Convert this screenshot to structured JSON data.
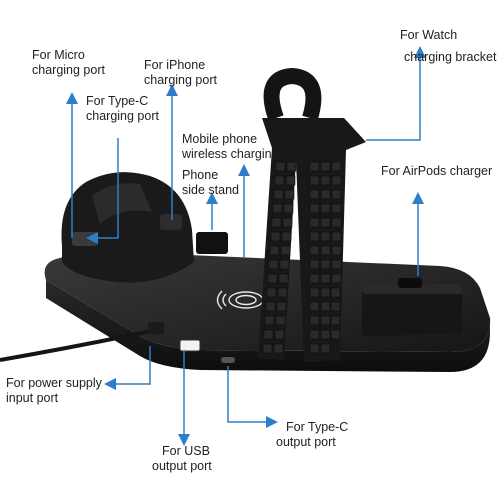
{
  "colors": {
    "accent": "#2f7fc8",
    "product": "#1b1b1b",
    "background": "#ffffff"
  },
  "icons": {
    "wireless": "wireless-charging-icon"
  },
  "labels": {
    "micro": {
      "l1": "For Micro",
      "l2": "charging port"
    },
    "iphone": {
      "l1": "For iPhone",
      "l2": "charging port"
    },
    "typec": {
      "l1": "For Type-C",
      "l2": "charging port"
    },
    "wireless": {
      "l1": "Mobile phone",
      "l2": "wireless charging"
    },
    "stand": {
      "l1": "Phone",
      "l2": "side stand"
    },
    "watch": {
      "l1": "For Watch",
      "l2": "charging bracket"
    },
    "airpods": {
      "l1": "For AirPods charger",
      "l2": ""
    },
    "power": {
      "l1": "For power supply",
      "l2": "input port"
    },
    "usb": {
      "l1": "For USB",
      "l2": "output port"
    },
    "typec_out": {
      "l1": "For Type-C",
      "l2": "output port"
    }
  }
}
